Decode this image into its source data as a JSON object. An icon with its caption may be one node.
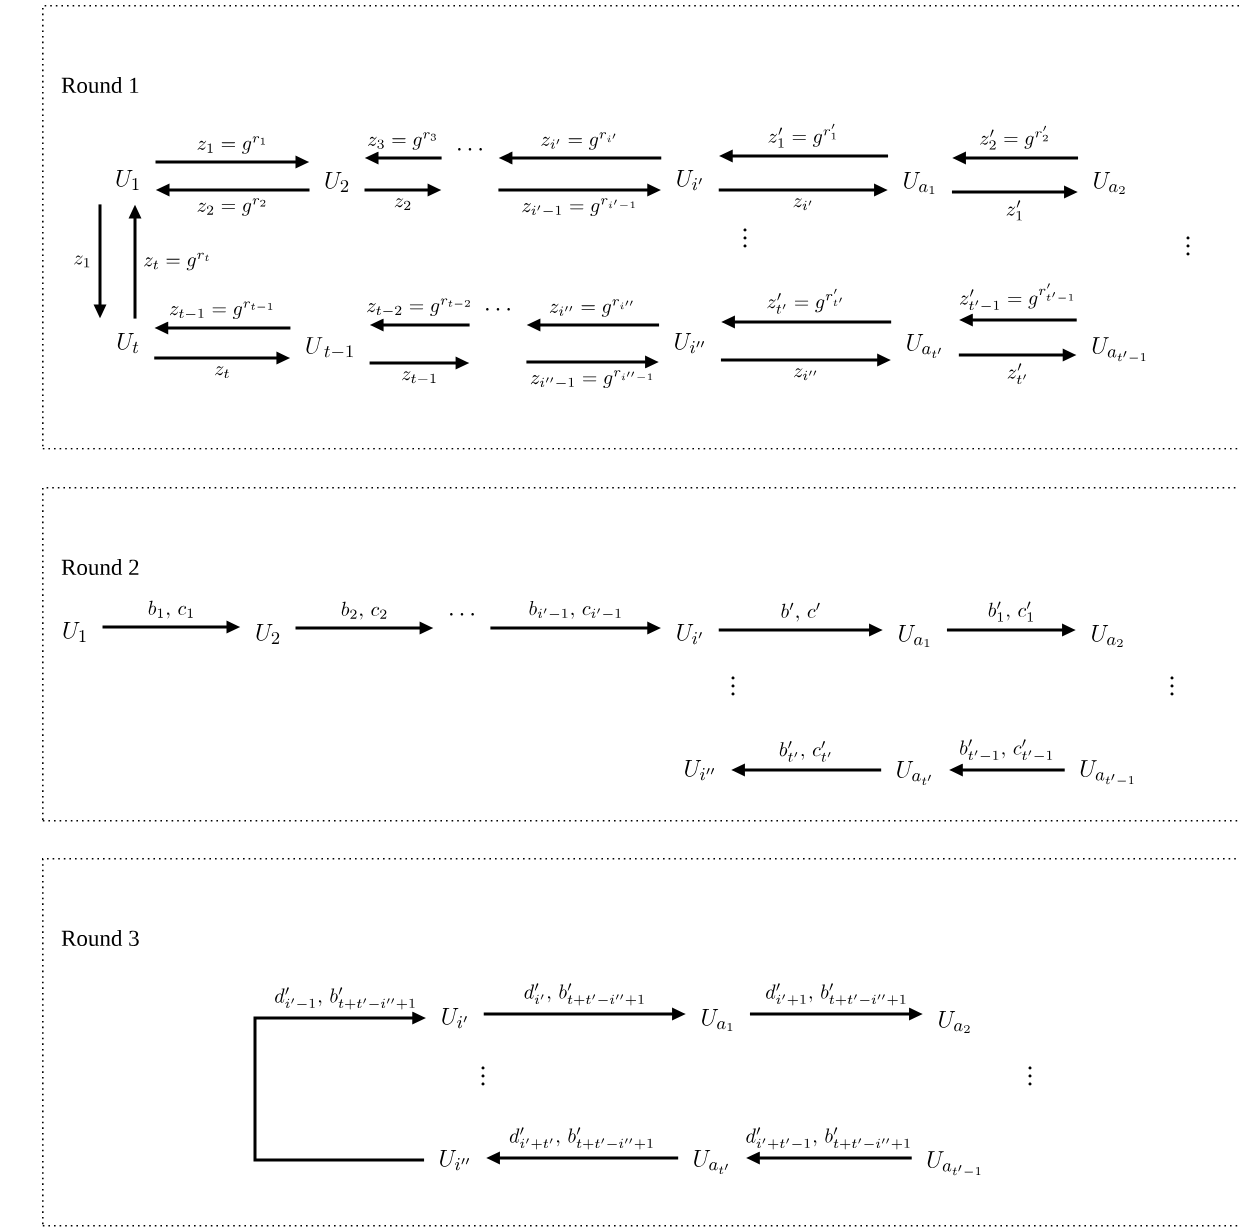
{
  "diagram": {
    "nodes": [
      {
        "text": [
          "Round 1"
        ]
      },
      {
        "text": [
          "U_{1}"
        ],
        "in": 0
      },
      {
        "text": [
          "U_{2}"
        ],
        "in": 0
      },
      {
        "text": [
          "\\cdots"
        ],
        "in": 0
      },
      {
        "text": [
          "U_{i'}"
        ],
        "in": 0
      },
      {
        "text": [
          "U_{a_{1}}"
        ],
        "in": 0
      },
      {
        "text": [
          "U_{a_{2}}"
        ],
        "in": 0
      },
      {
        "text": [
          "U_{t}"
        ],
        "in": 0
      },
      {
        "text": [
          "U_{\\,t-1}"
        ],
        "in": 0
      },
      {
        "text": [
          "\\cdots"
        ],
        "in": 0
      },
      {
        "text": [
          "U_{i''}"
        ],
        "in": 0
      },
      {
        "text": [
          "U_{a_{t'}}"
        ],
        "in": 0
      },
      {
        "text": [
          "U_{a_{t'-1}}"
        ],
        "in": 0
      },
      {
        "text": [
          "Round 2"
        ]
      },
      {
        "text": [
          "U_{1}"
        ],
        "in": 13
      },
      {
        "text": [
          "U_{2}"
        ],
        "in": 13
      },
      {
        "text": [
          "\\cdots"
        ],
        "in": 13
      },
      {
        "text": [
          "U_{i'}"
        ],
        "in": 13
      },
      {
        "text": [
          "U_{a_{1}}"
        ],
        "in": 13
      },
      {
        "text": [
          "U_{a_{2}}"
        ],
        "in": 13
      },
      {
        "text": [
          "U_{i''}"
        ],
        "in": 13
      },
      {
        "text": [
          "U_{a_{t'}}"
        ],
        "in": 13
      },
      {
        "text": [
          "U_{a_{t'-1}}"
        ],
        "in": 13
      },
      {
        "text": [
          "Round 3"
        ]
      },
      {
        "text": [
          "U_{i'}"
        ],
        "in": 23
      },
      {
        "text": [
          "U_{a_{1}}"
        ],
        "in": 23
      },
      {
        "text": [
          "U_{a_{2}}"
        ],
        "in": 23
      },
      {
        "text": [
          "U_{i''}"
        ],
        "in": 23
      },
      {
        "text": [
          "U_{a_{t'}}"
        ],
        "in": 23
      },
      {
        "text": [
          "U_{a_{t'-1}}"
        ],
        "in": 23
      }
    ],
    "edges": [
      {
        "from": 1,
        "to": 2,
        "arrow": "to",
        "label": "z_{1}=g^{r_{1}}"
      },
      {
        "from": 2,
        "to": 1,
        "arrow": "to",
        "label": "z_{2}=g^{r_{2}}"
      },
      {
        "from": 3,
        "to": 2,
        "arrow": "to",
        "label": "z_{3}=g^{r_{3}}"
      },
      {
        "from": 2,
        "to": 3,
        "arrow": "to",
        "label": "z_{2}"
      },
      {
        "from": 4,
        "to": 3,
        "arrow": "to",
        "label": "z_{i'}=g^{r_{i'}}"
      },
      {
        "from": 3,
        "to": 4,
        "arrow": "to",
        "label": "z_{i'-1}=g^{r_{i'-1}}"
      },
      {
        "from": 5,
        "to": 4,
        "arrow": "to",
        "label": "z'_{1}=g^{r'_{1}}"
      },
      {
        "from": 4,
        "to": 5,
        "arrow": "to",
        "label": "z_{i'}"
      },
      {
        "from": 6,
        "to": 5,
        "arrow": "to",
        "label": "z'_{2}=g^{r'_{2}}"
      },
      {
        "from": 5,
        "to": 6,
        "arrow": "to",
        "label": "z'_{1}"
      },
      {
        "from": 1,
        "to": 7,
        "arrow": "to",
        "label": "z_{1}"
      },
      {
        "from": 7,
        "to": 1,
        "arrow": "to",
        "label": "z_{t}=g^{r_{t}}"
      },
      {
        "from": 8,
        "to": 7,
        "arrow": "to",
        "label": "z_{t-1}=g^{r_{t-1}}"
      },
      {
        "from": 7,
        "to": 8,
        "arrow": "to",
        "label": "z_{t}"
      },
      {
        "from": 9,
        "to": 8,
        "arrow": "to",
        "label": "z_{t-2}=g^{r_{t-2}}"
      },
      {
        "from": 8,
        "to": 9,
        "arrow": "to",
        "label": "z_{t-1}"
      },
      {
        "from": 10,
        "to": 9,
        "arrow": "to",
        "label": "z_{i''}=g^{r_{i''}}"
      },
      {
        "from": 9,
        "to": 10,
        "arrow": "to",
        "label": "z_{i''-1}=g^{r_{i''-1}}"
      },
      {
        "from": 11,
        "to": 10,
        "arrow": "to",
        "label": "z'_{t'}=g^{r'_{t'}}"
      },
      {
        "from": 10,
        "to": 11,
        "arrow": "to",
        "label": "z_{i''}"
      },
      {
        "from": 12,
        "to": 11,
        "arrow": "to",
        "label": "z'_{t'-1}=g^{r'_{t'-1}}"
      },
      {
        "from": 11,
        "to": 12,
        "arrow": "to",
        "label": "z'_{t'}"
      },
      {
        "from": 14,
        "to": 15,
        "arrow": "to",
        "label": "b_{1},\\,c_{1}"
      },
      {
        "from": 15,
        "to": 16,
        "arrow": "to",
        "label": "b_{2},\\,c_{2}"
      },
      {
        "from": 16,
        "to": 17,
        "arrow": "to",
        "label": "b_{i'-1},\\,c_{i'-1}"
      },
      {
        "from": 17,
        "to": 18,
        "arrow": "to",
        "label": "b',\\,c'"
      },
      {
        "from": 18,
        "to": 19,
        "arrow": "to",
        "label": "b'_{1},\\,c'_{1}"
      },
      {
        "from": 22,
        "to": 21,
        "arrow": "to",
        "label": "b'_{t'-1},\\,c'_{t'-1}"
      },
      {
        "from": 21,
        "to": 20,
        "arrow": "to",
        "label": "b'_{t'},\\,c'_{t'}"
      },
      {
        "from": 27,
        "to": 24,
        "arrow": "to",
        "label": "d'_{i'-1},\\,b'_{t+t'-i''+1}"
      },
      {
        "from": 24,
        "to": 25,
        "arrow": "to",
        "label": "d'_{i'},\\,b'_{t+t'-i''+1}"
      },
      {
        "from": 25,
        "to": 26,
        "arrow": "to",
        "label": "d'_{i'+1},\\,b'_{t+t'-i''+1}"
      },
      {
        "from": 29,
        "to": 28,
        "arrow": "to",
        "label": "d'_{i'+t'-1},\\,b'_{t+t'-i''+1}"
      },
      {
        "from": 28,
        "to": 27,
        "arrow": "to",
        "label": "d'_{i'+t'},\\,b'_{t+t'-i''+1}"
      }
    ],
    "labels": [
      "\\vdots",
      "\\vdots",
      "\\vdots",
      "\\vdots",
      "\\vdots",
      "\\vdots"
    ]
  }
}
